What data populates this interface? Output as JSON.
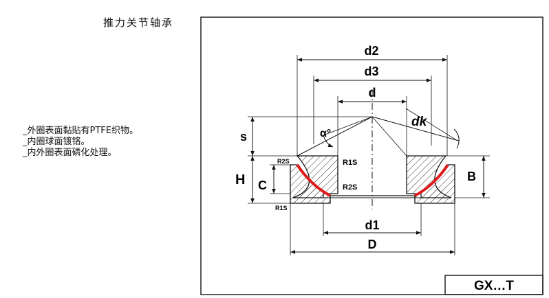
{
  "title": "推力关节轴承",
  "notes": [
    "_外圈表面黏贴有PTFE织物。",
    "_内圈球面镀铬。",
    "_内外圈表面磷化处理。"
  ],
  "model_code": "GX…T",
  "labels": {
    "d2": "d2",
    "d3": "d3",
    "d": "d",
    "dk": "dk",
    "s": "s",
    "alpha": "α°",
    "H": "H",
    "C": "C",
    "B": "B",
    "r2s_top": "R2S",
    "r1s_inner": "R1S",
    "r2s_inner": "R2S",
    "r1s_bottom": "R1S",
    "d1": "d1",
    "D": "D"
  },
  "colors": {
    "line": "#111111",
    "ptfe": "#e0191b",
    "frame": "#222222"
  }
}
